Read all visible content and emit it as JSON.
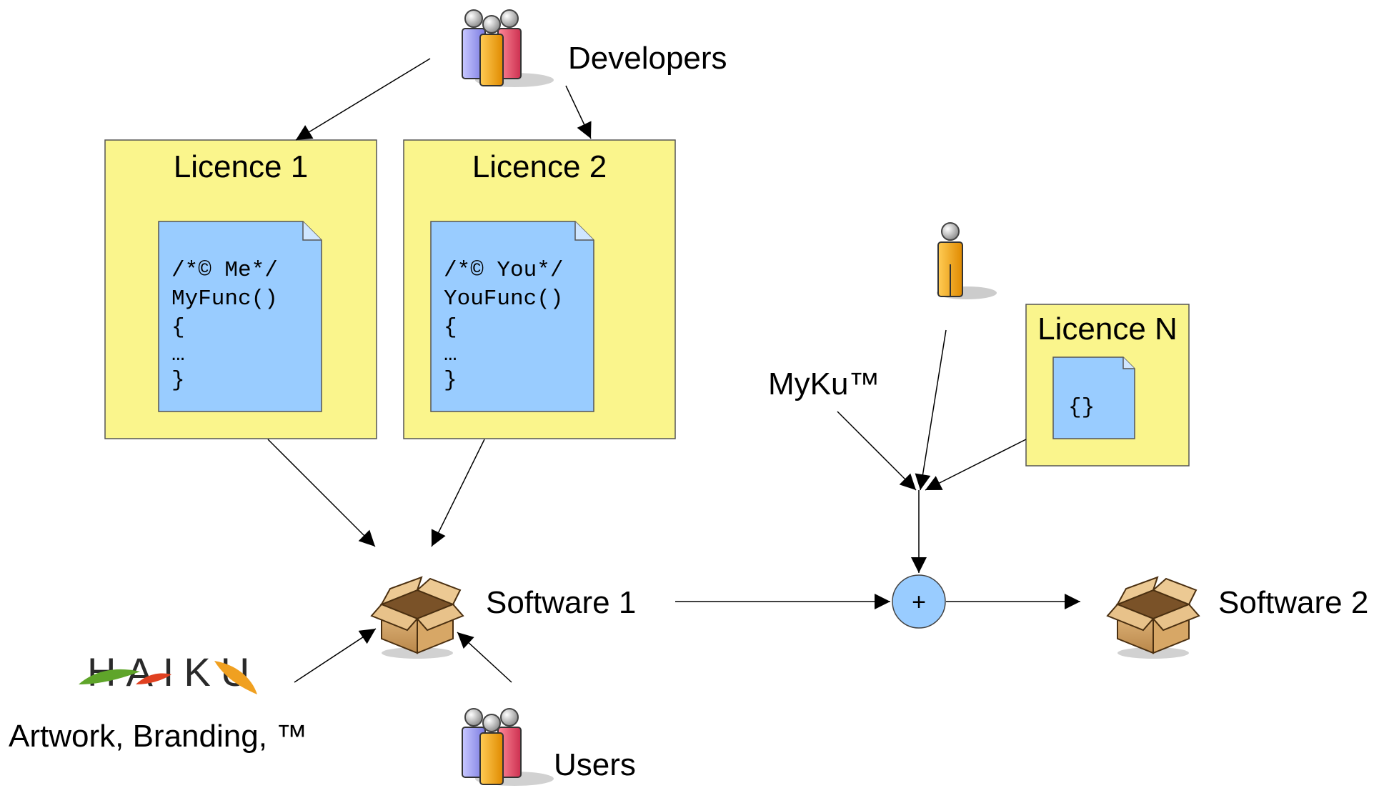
{
  "diagram": {
    "developers_label": "Developers",
    "licence1": {
      "title": "Licence 1",
      "code_lines": [
        "/*© Me*/",
        "MyFunc()",
        "{",
        "…",
        "}"
      ]
    },
    "licence2": {
      "title": "Licence 2",
      "code_lines": [
        "/*© You*/",
        "YouFunc()",
        "{",
        "…",
        "}"
      ]
    },
    "licenceN": {
      "title": "Licence N",
      "code_lines": [
        "{}"
      ]
    },
    "myku_label": "MyKu™",
    "software1_label": "Software 1",
    "software2_label": "Software 2",
    "combine_symbol": "+",
    "users_label": "Users",
    "haiku_logo_text": "HAIKU",
    "artwork_label": "Artwork, Branding, ™",
    "colors": {
      "licence_bg": "#faf58c",
      "document_bg": "#99ccff",
      "combine_circle": "#99ccff"
    },
    "icons": [
      "people-group-icon",
      "person-icon",
      "package-box-icon",
      "document-icon",
      "haiku-logo"
    ]
  }
}
